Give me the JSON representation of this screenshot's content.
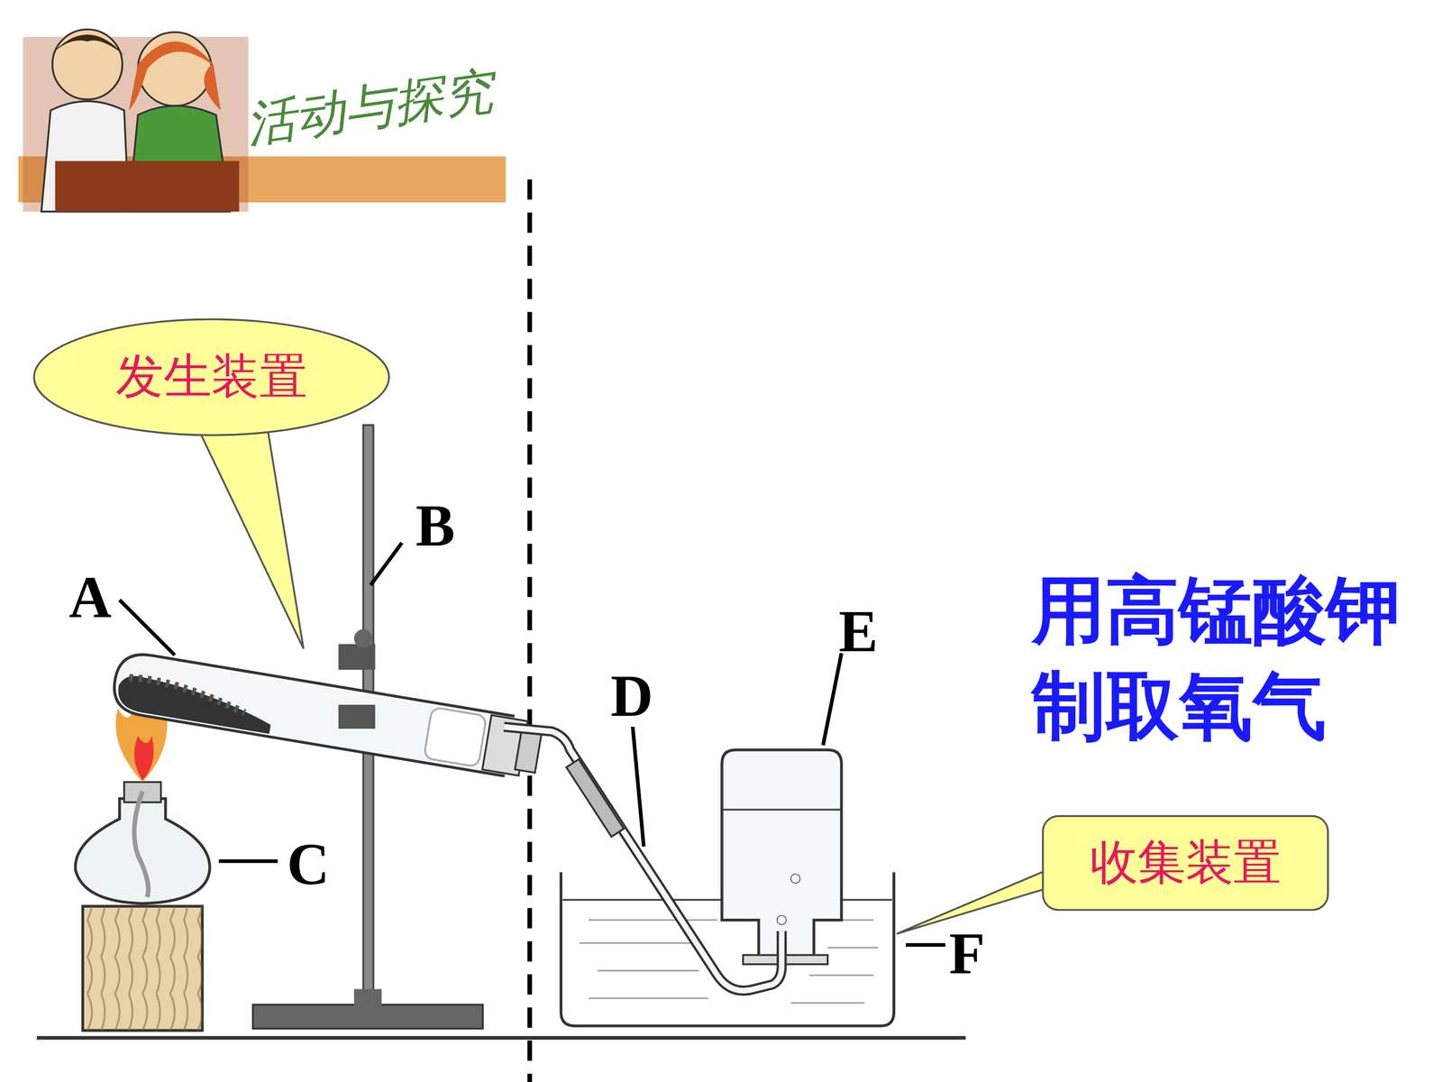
{
  "diagram": {
    "title": "用高锰酸钾 制取氧气",
    "nodes": [
      {
        "text": [
          "发生装置"
        ]
      },
      {
        "text": [
          "收集装置"
        ]
      }
    ],
    "labels": [
      "活动与探究",
      "A",
      "B",
      "C",
      "D",
      "E",
      "F"
    ]
  }
}
